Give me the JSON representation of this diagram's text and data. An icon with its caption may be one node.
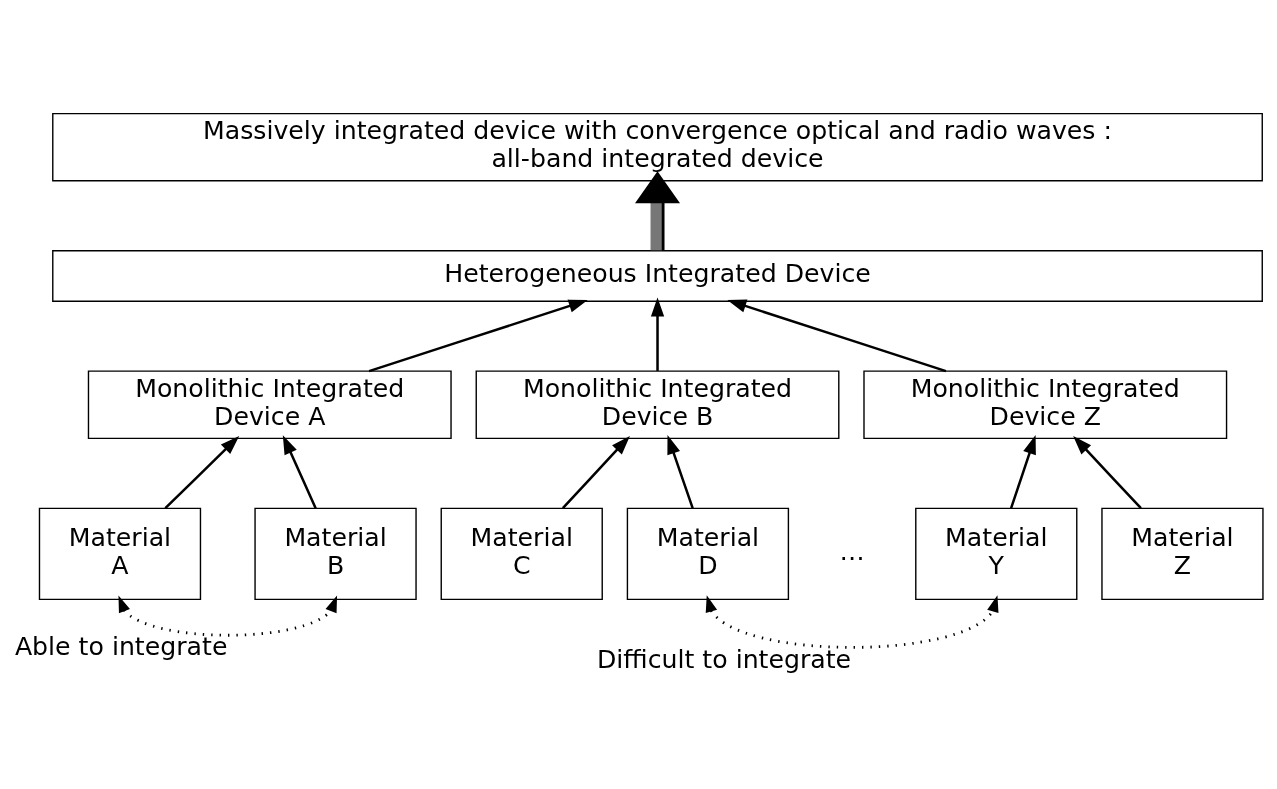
{
  "diagram": {
    "nodes": [
      {
        "text": [
          "Massively integrated device with convergence optical and radio waves : all-band integrated device"
        ]
      },
      {
        "text": [
          "Heterogeneous Integrated Device"
        ]
      },
      {
        "text": [
          "Monolithic Integrated Device A"
        ]
      },
      {
        "text": [
          "Monolithic Integrated Device B"
        ]
      },
      {
        "text": [
          "Monolithic Integrated Device Z"
        ]
      },
      {
        "text": [
          "Material A"
        ]
      },
      {
        "text": [
          "Material B"
        ]
      },
      {
        "text": [
          "Material C"
        ]
      },
      {
        "text": [
          "Material D"
        ]
      },
      {
        "text": [
          "Material Y"
        ]
      },
      {
        "text": [
          "Material Z"
        ]
      }
    ],
    "edges": [
      {
        "from": 1,
        "to": 0,
        "arrow": "to",
        "style": "thick"
      },
      {
        "from": 2,
        "to": 1,
        "arrow": "to"
      },
      {
        "from": 3,
        "to": 1,
        "arrow": "to"
      },
      {
        "from": 4,
        "to": 1,
        "arrow": "to"
      },
      {
        "from": 5,
        "to": 2,
        "arrow": "to"
      },
      {
        "from": 6,
        "to": 2,
        "arrow": "to"
      },
      {
        "from": 7,
        "to": 3,
        "arrow": "to"
      },
      {
        "from": 8,
        "to": 3,
        "arrow": "to"
      },
      {
        "from": 9,
        "to": 4,
        "arrow": "to"
      },
      {
        "from": 10,
        "to": 4,
        "arrow": "to"
      },
      {
        "from": 5,
        "to": 6,
        "arrow": "both",
        "style": "dashed",
        "label": "Able to integrate"
      },
      {
        "from": 8,
        "to": 9,
        "arrow": "both",
        "style": "dashed",
        "label": "Difficult to integrate"
      }
    ],
    "labels": [
      "…"
    ]
  }
}
